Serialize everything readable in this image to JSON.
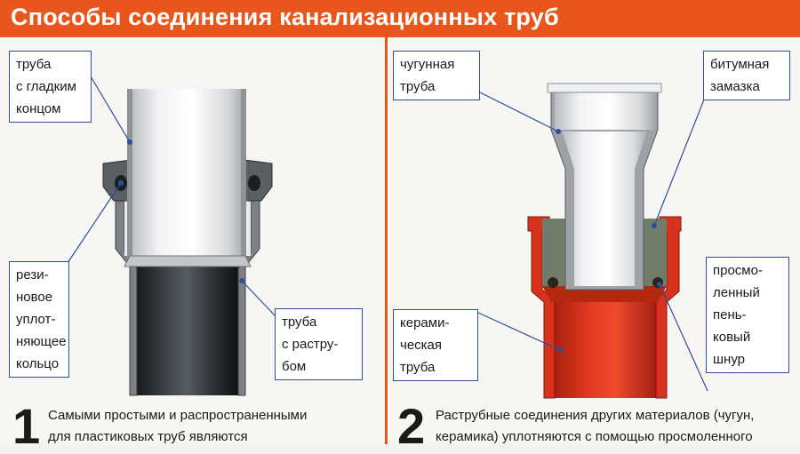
{
  "title": "Способы соединения канализационных труб",
  "left": {
    "labels": {
      "smooth_pipe": [
        "труба",
        "с гладким",
        "концом"
      ],
      "rubber_ring": [
        "рези-",
        "новое",
        "уплот-",
        "няющее",
        "кольцо"
      ],
      "socket_pipe": [
        "труба",
        "с растру-",
        "бом"
      ]
    },
    "number": "1",
    "caption": [
      "Самыми простыми и распространенными",
      "для пластиковых труб являются"
    ]
  },
  "right": {
    "labels": {
      "cast_iron": [
        "чугунная",
        "труба"
      ],
      "bitumen": [
        "битумная",
        "замазка"
      ],
      "ceramic": [
        "керами-",
        "ческая",
        "труба"
      ],
      "hemp_cord": [
        "просмо-",
        "ленный",
        "пень-",
        "ковый",
        "шнур"
      ]
    },
    "number": "2",
    "caption": [
      "Раструбные соединения других материалов (чугун,",
      "керамика) уплотняются с помощью просмоленного"
    ]
  },
  "colors": {
    "accent": "#e8561c",
    "label_border": "#2c4f9a",
    "ceramic": "#d8321f",
    "bitumen": "#6f7d6a"
  }
}
